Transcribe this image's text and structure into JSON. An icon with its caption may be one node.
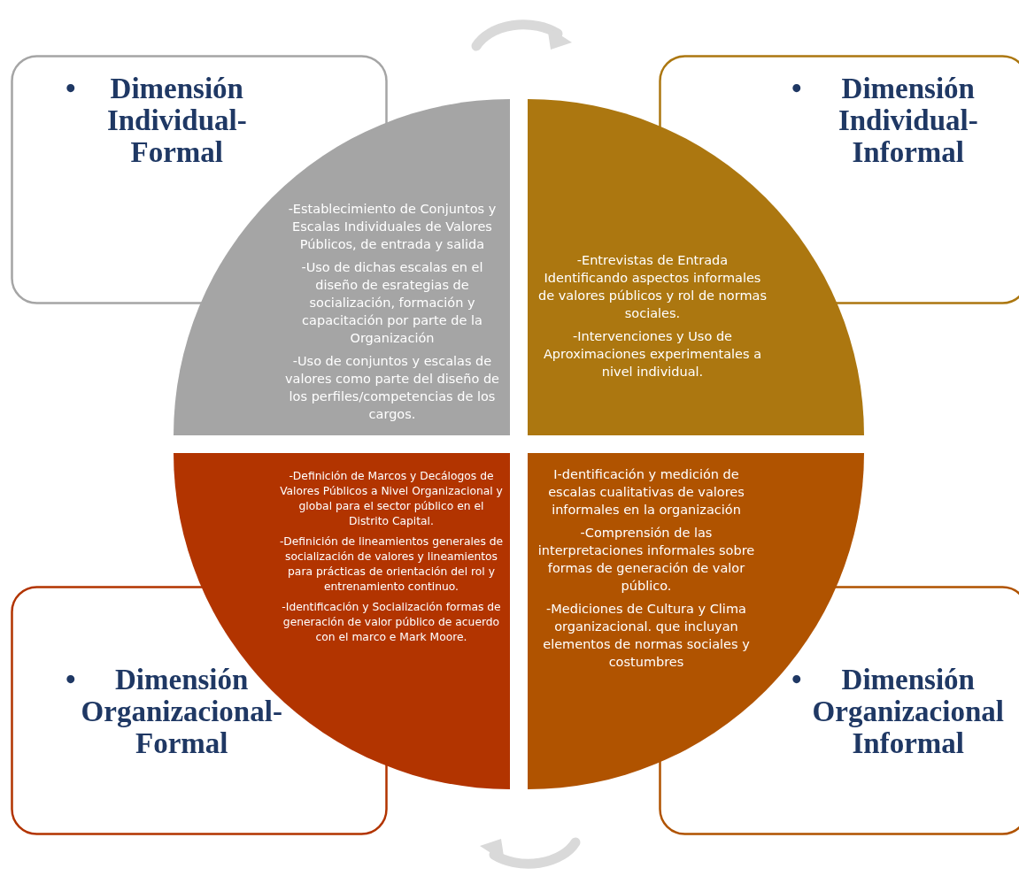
{
  "diagram": {
    "nodes": [
      {
        "text": [
          "•",
          "Dimensión Individual-Formal"
        ]
      },
      {
        "text": [
          "•",
          "Dimensión Individual-Informal"
        ]
      },
      {
        "text": [
          "•",
          "Dimensión Organizacional-Formal"
        ]
      },
      {
        "text": [
          "•",
          "Dimensión Organizacional Informal"
        ]
      },
      {
        "text": [
          "-Establecimiento de Conjuntos y Escalas Individuales de Valores Públicos, de entrada y salida",
          "-Uso de dichas escalas en el diseño de esrategias  de socialización, formación y capacitación por parte de la Organización",
          "-Uso de conjuntos y escalas de valores como parte del diseño de los perfiles/competencias de los cargos."
        ]
      },
      {
        "text": [
          "-Entrevistas de Entrada Identificando aspectos informales de valores públicos y rol de normas sociales.",
          "-Intervenciones y Uso de Aproximaciones experimentales a nivel individual."
        ]
      },
      {
        "text": [
          "-Definición de Marcos y Decálogos de Valores Públicos a Nivel Organizacional y global para el sector público en el Distrito Capital.",
          "-Definición de lineamientos generales de socialización de valores y lineamientos para prácticas de orientación del rol y entrenamiento continuo.",
          "-Identificación y Socialización formas de generación de valor público de acuerdo con el marco e Mark Moore."
        ]
      },
      {
        "text": [
          "I-dentificación y medición de escalas cualitativas de valores informales en la organización",
          "-Comprensión de las interpretaciones informales sobre formas de generación de valor público.",
          "-Mediciones de Cultura y Clima organizacional. que incluyan elementos de normas sociales y costumbres"
        ]
      }
    ],
    "edges": []
  }
}
